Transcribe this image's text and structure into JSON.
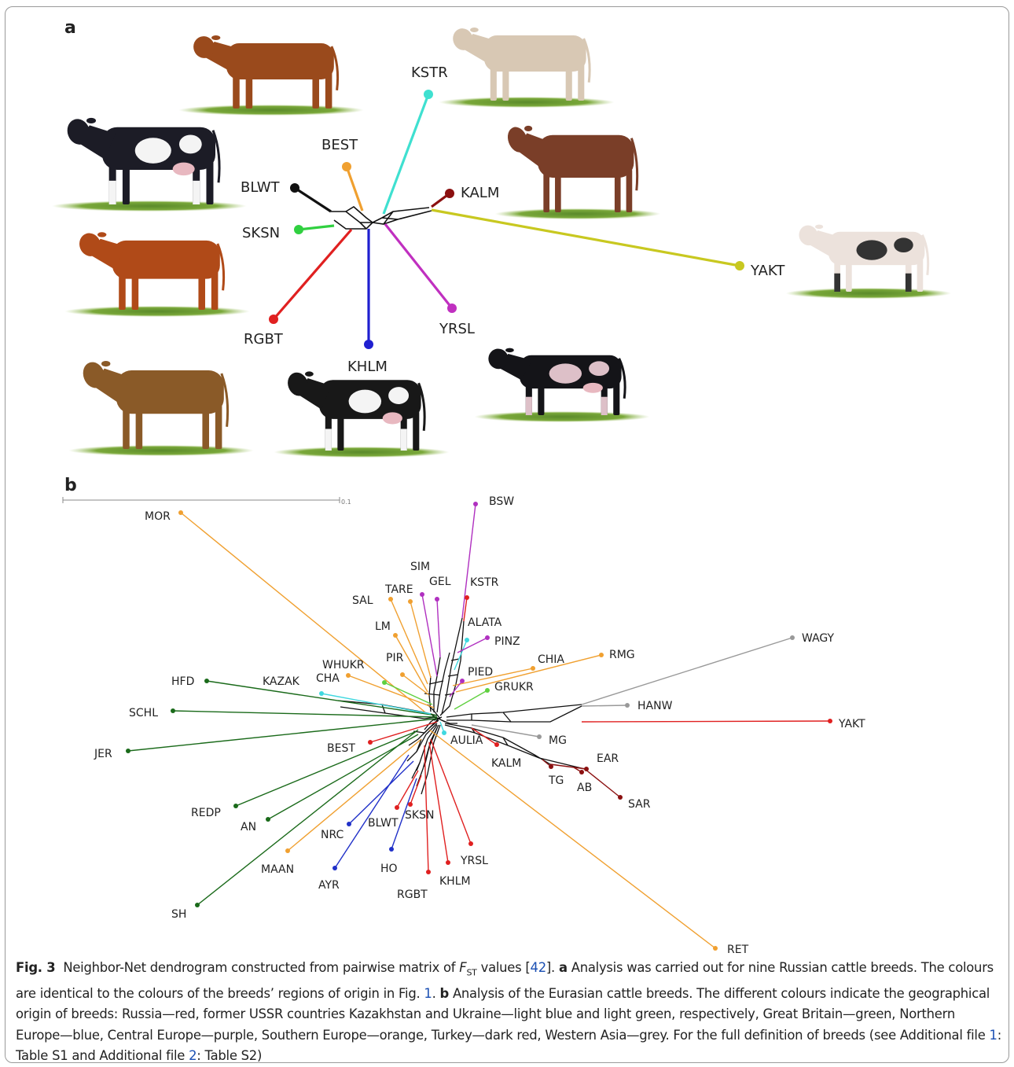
{
  "panel_a_label": "a",
  "panel_b_label": "b",
  "scale_label": "0.1",
  "caption": {
    "fig": "Fig. 3",
    "p1": "Neighbor-Net dendrogram constructed from pairwise matrix of ",
    "fst_f": "F",
    "fst_sub": "ST",
    "p2": " values [",
    "ref42": "42",
    "p3": "]. ",
    "a": "a",
    "p4": " Analysis was carried out for nine Russian cattle breeds. The colours are identical to the colours of the breeds’ regions of origin in Fig. ",
    "ref_fig1": "1",
    "p5": ". ",
    "b": "b",
    "p6": " Analysis of the Eurasian cattle breeds. The different colours indicate the geographical origin of breeds: Russia—red, former USSR countries Kazakhstan and Ukraine—light blue and light green, respectively, Great Britain—green, Northern Europe—blue, Central Europe—purple, Southern Europe—orange, Turkey—dark red, Western Asia—grey. For the full definition of breeds (see Additional file ",
    "ref_file1": "1",
    "p7": ": Table S1 and Additional file ",
    "ref_file2": "2",
    "p8": ": Table S2)"
  },
  "chart_data": [
    {
      "type": "network",
      "panel": "a",
      "nodes": [
        {
          "label": "KSTR",
          "color": "#3fe0d0"
        },
        {
          "label": "BEST",
          "color": "#f0a030"
        },
        {
          "label": "BLWT",
          "color": "#111111"
        },
        {
          "label": "KALM",
          "color": "#8b1010"
        },
        {
          "label": "SKSN",
          "color": "#30d040"
        },
        {
          "label": "YAKT",
          "color": "#c8c820"
        },
        {
          "label": "RGBT",
          "color": "#e02020"
        },
        {
          "label": "KHLM",
          "color": "#2020d0"
        },
        {
          "label": "YRSL",
          "color": "#c030c0"
        }
      ]
    },
    {
      "type": "network",
      "panel": "b",
      "nodes": [
        {
          "label": "MOR",
          "color": "#f0a030"
        },
        {
          "label": "BSW",
          "color": "#b030c0"
        },
        {
          "label": "SIM",
          "color": "#b030c0"
        },
        {
          "label": "TARE",
          "color": "#f0a030"
        },
        {
          "label": "GEL",
          "color": "#b030c0"
        },
        {
          "label": "KSTR",
          "color": "#e02020"
        },
        {
          "label": "SAL",
          "color": "#f0a030"
        },
        {
          "label": "ALATA",
          "color": "#40d8e0"
        },
        {
          "label": "LM",
          "color": "#f0a030"
        },
        {
          "label": "PINZ",
          "color": "#b030c0"
        },
        {
          "label": "PIR",
          "color": "#f0a030"
        },
        {
          "label": "WHUKR",
          "color": "#60d040"
        },
        {
          "label": "CHIA",
          "color": "#f0a030"
        },
        {
          "label": "RMG",
          "color": "#f0a030"
        },
        {
          "label": "WAGY",
          "color": "#999999"
        },
        {
          "label": "HFD",
          "color": "#1a6a1a"
        },
        {
          "label": "KAZAK",
          "color": "#40d8e0"
        },
        {
          "label": "CHA",
          "color": "#f0a030"
        },
        {
          "label": "PIED",
          "color": "#b030c0"
        },
        {
          "label": "GRUKR",
          "color": "#60d040"
        },
        {
          "label": "SCHL",
          "color": "#1a6a1a"
        },
        {
          "label": "HANW",
          "color": "#999999"
        },
        {
          "label": "YAKT",
          "color": "#e02020"
        },
        {
          "label": "JER",
          "color": "#1a6a1a"
        },
        {
          "label": "BEST",
          "color": "#e02020"
        },
        {
          "label": "AULIA",
          "color": "#40d8e0"
        },
        {
          "label": "MG",
          "color": "#999999"
        },
        {
          "label": "KALM",
          "color": "#e02020"
        },
        {
          "label": "EAR",
          "color": "#8b1010"
        },
        {
          "label": "TG",
          "color": "#8b1010"
        },
        {
          "label": "AB",
          "color": "#8b1010"
        },
        {
          "label": "SAR",
          "color": "#8b1010"
        },
        {
          "label": "REDP",
          "color": "#1a6a1a"
        },
        {
          "label": "AN",
          "color": "#1a6a1a"
        },
        {
          "label": "SKSN",
          "color": "#e02020"
        },
        {
          "label": "NRC",
          "color": "#2030c8"
        },
        {
          "label": "BLWT",
          "color": "#e02020"
        },
        {
          "label": "MAAN",
          "color": "#f0a030"
        },
        {
          "label": "YRSL",
          "color": "#e02020"
        },
        {
          "label": "HO",
          "color": "#2030c8"
        },
        {
          "label": "AYR",
          "color": "#2030c8"
        },
        {
          "label": "KHLM",
          "color": "#e02020"
        },
        {
          "label": "RGBT",
          "color": "#e02020"
        },
        {
          "label": "SH",
          "color": "#1a6a1a"
        },
        {
          "label": "RET",
          "color": "#f0a030"
        }
      ]
    }
  ]
}
